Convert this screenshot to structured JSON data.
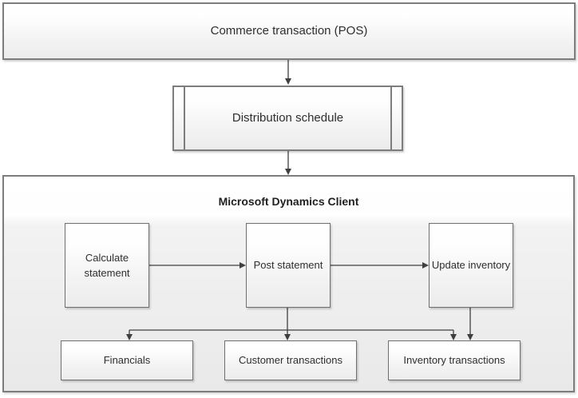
{
  "diagram": {
    "nodes": {
      "commerce": "Commerce transaction (POS)",
      "schedule": "Distribution schedule",
      "client_title": "Microsoft Dynamics Client",
      "calculate": "Calculate statement",
      "post": "Post statement",
      "update": "Update inventory",
      "financials": "Financials",
      "customer": "Customer transactions",
      "inventory": "Inventory transactions"
    },
    "colors": {
      "box_border": "#7d7d7d",
      "inner_border": "#6f6f6f",
      "arrow": "#3f3f3f",
      "text": "#2e2e2e",
      "container_fill_top": "#ffffff",
      "container_fill_bottom": "#e9e9e9"
    }
  }
}
